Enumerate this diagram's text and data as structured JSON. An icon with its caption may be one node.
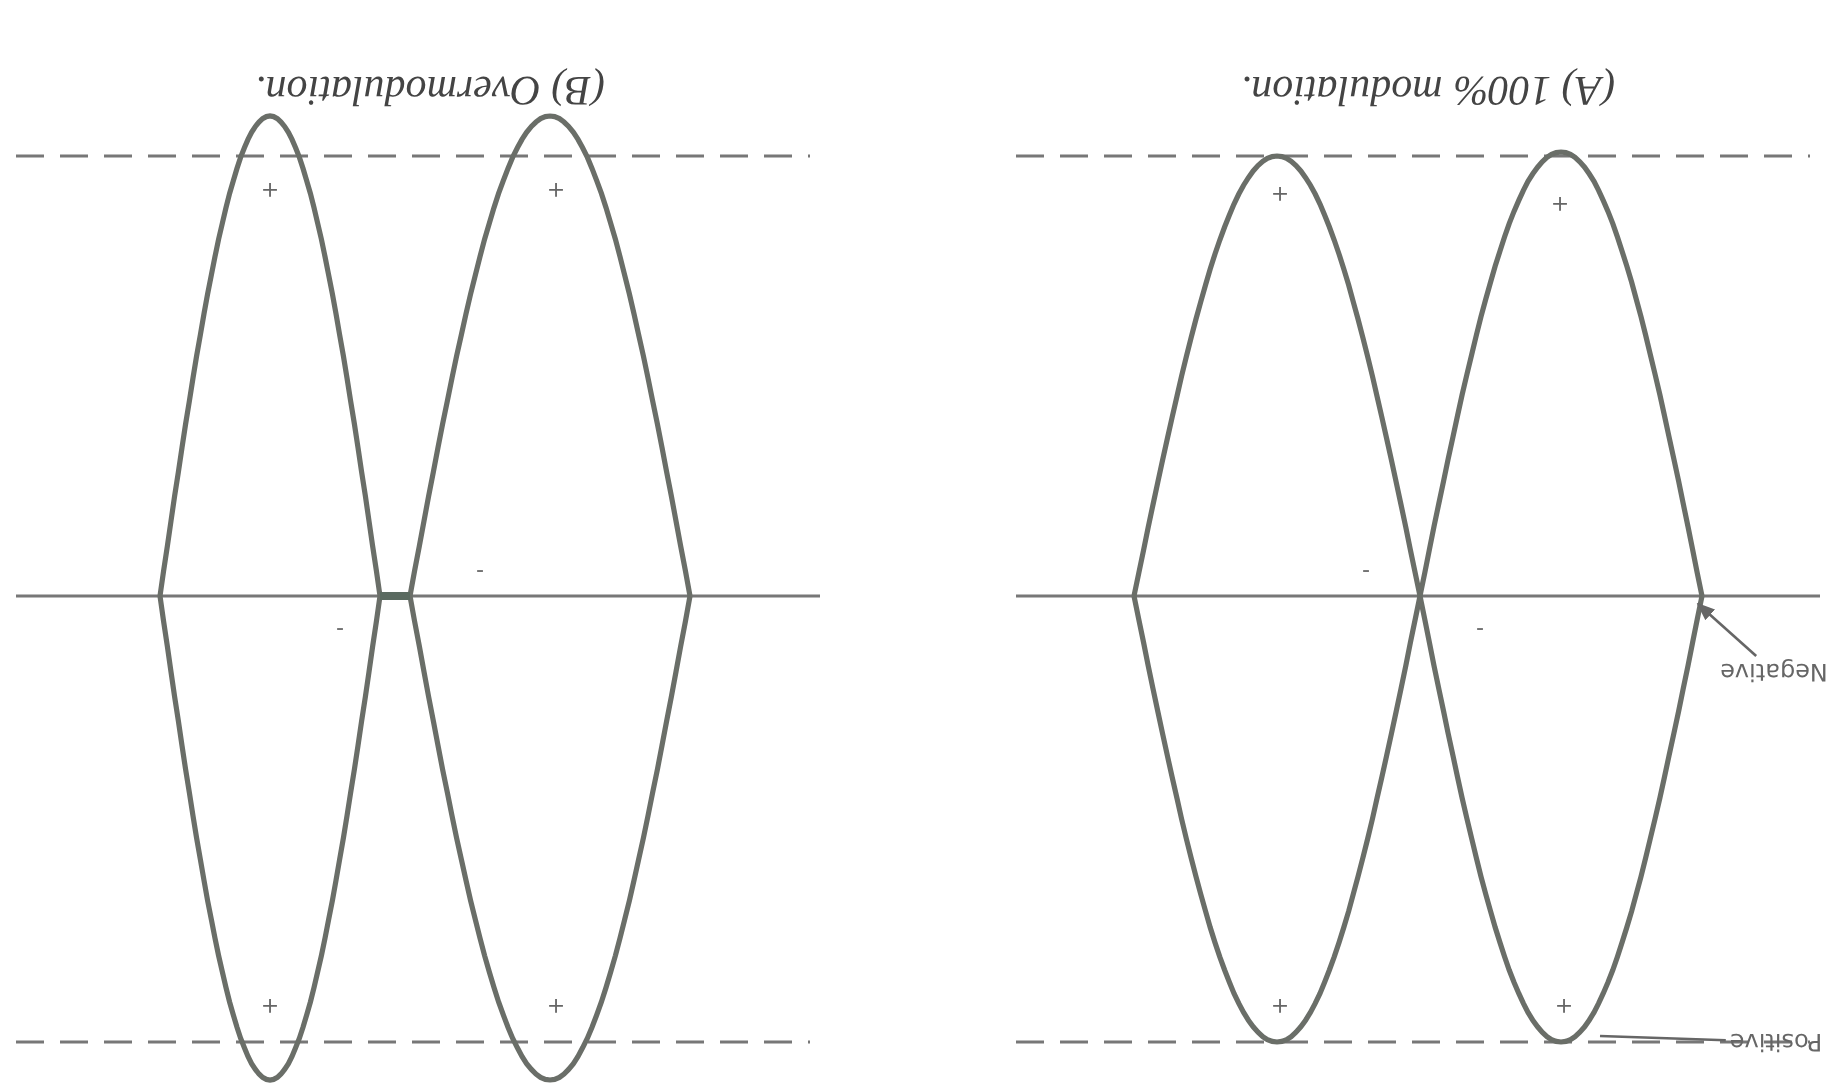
{
  "diagram": {
    "nodes": [
      {
        "text": [
          "Positive"
        ]
      },
      {
        "text": [
          "Negative"
        ]
      }
    ],
    "edges": [
      {
        "from": 0,
        "to": null,
        "arrow": "none"
      },
      {
        "from": 1,
        "to": null,
        "arrow": "to"
      }
    ],
    "labels": [
      "(B) Overmodulation.",
      "(A) 100% modulation.",
      "+",
      "+",
      "+",
      "+",
      "-",
      "-",
      "-",
      "-",
      "+",
      "+",
      "+",
      "+"
    ]
  }
}
